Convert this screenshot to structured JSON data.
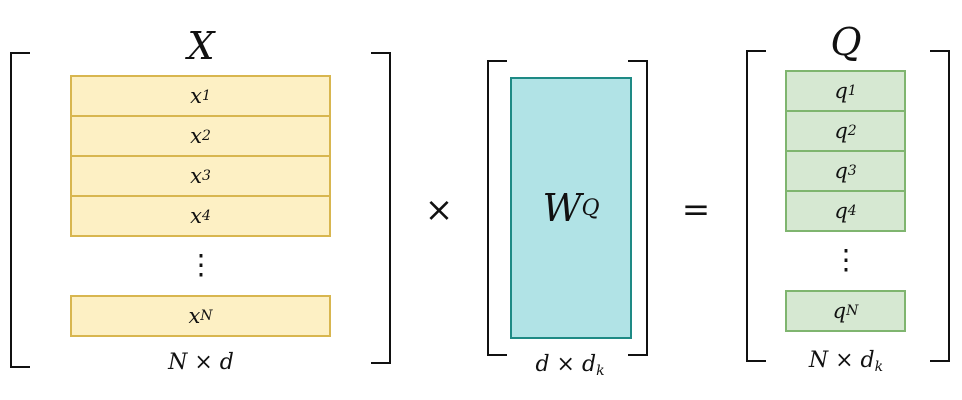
{
  "x_matrix": {
    "title": "X",
    "rows": [
      {
        "base": "x",
        "sub": "1"
      },
      {
        "base": "x",
        "sub": "2"
      },
      {
        "base": "x",
        "sub": "3"
      },
      {
        "base": "x",
        "sub": "4"
      }
    ],
    "ellipsis": "⋮",
    "last_row": {
      "base": "x",
      "sub": "N"
    },
    "dims": {
      "left": "N",
      "op": "×",
      "right": "d",
      "right_sub": ""
    }
  },
  "times_symbol": "×",
  "w_matrix": {
    "base": "W",
    "sup": "Q",
    "dims": {
      "left": "d",
      "op": "×",
      "right": "d",
      "right_sub": "k"
    }
  },
  "equals_symbol": "=",
  "q_matrix": {
    "title": "Q",
    "rows": [
      {
        "base": "q",
        "sub": "1"
      },
      {
        "base": "q",
        "sub": "2"
      },
      {
        "base": "q",
        "sub": "3"
      },
      {
        "base": "q",
        "sub": "4"
      }
    ],
    "ellipsis": "⋮",
    "last_row": {
      "base": "q",
      "sub": "N"
    },
    "dims": {
      "left": "N",
      "op": "×",
      "right": "d",
      "right_sub": "k"
    }
  },
  "colors": {
    "x_fill": "#fdf0c4",
    "x_border": "#d8b64f",
    "w_fill": "#b1e3e6",
    "w_border": "#1e8a85",
    "q_fill": "#d6e8d2",
    "q_border": "#7fb56f"
  }
}
